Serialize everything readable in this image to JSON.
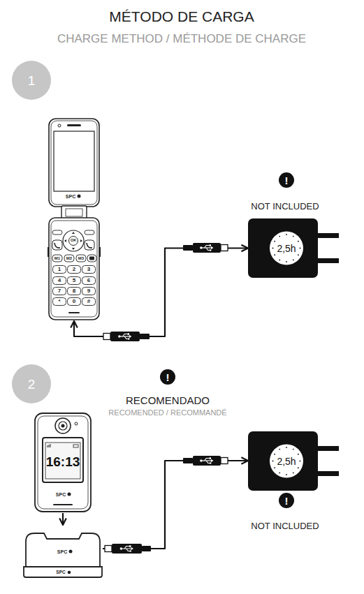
{
  "diagram": {
    "title": "MÉTODO DE CARGA",
    "nodes": [
      {
        "text": [
          "1"
        ]
      },
      {
        "text": [
          "!"
        ]
      },
      {
        "text": [
          "SPC"
        ]
      },
      {
        "text": [
          "2,5h"
        ]
      },
      {
        "text": [
          "2"
        ]
      },
      {
        "text": [
          "!"
        ]
      },
      {
        "text": [
          "16:13",
          "SPC"
        ]
      },
      {
        "text": [
          "SPC",
          "SPC"
        ]
      },
      {
        "text": [
          "2,5h"
        ]
      },
      {
        "text": [
          "!"
        ]
      }
    ],
    "edges": [
      {
        "from": 2,
        "to": 3,
        "arrow": "both"
      },
      {
        "from": 6,
        "to": 7,
        "arrow": "to"
      },
      {
        "from": 7,
        "to": 8,
        "arrow": "to"
      }
    ],
    "labels": [
      "CHARGE METHOD / MÉTHODE DE CHARGE",
      "NOT INCLUDED",
      "OK",
      "M1",
      "M2",
      "M3",
      "1",
      "2",
      "3",
      "4",
      "5",
      "6",
      "7",
      "8",
      "9",
      "*",
      "0",
      "#",
      "RECOMENDADO",
      "RECOMENDED / RECOMMANDÉ",
      "NOT INCLUDED"
    ]
  }
}
